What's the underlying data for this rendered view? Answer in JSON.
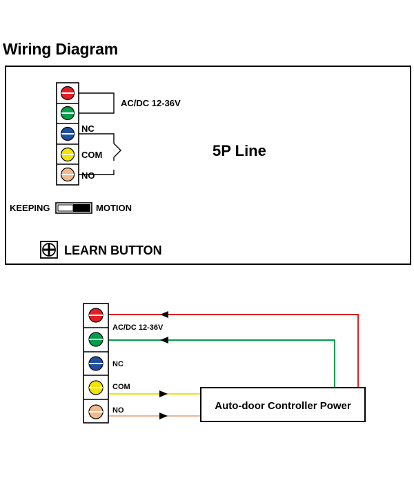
{
  "title": "Wiring Diagram",
  "module": {
    "title": "5P Line",
    "power_label": "AC/DC 12-36V",
    "terminals": [
      {
        "color": "#e31e24",
        "label": ""
      },
      {
        "color": "#00a04a",
        "label": ""
      },
      {
        "color": "#1f4fa0",
        "label": "NC"
      },
      {
        "color": "#f3e400",
        "label": "COM"
      },
      {
        "color": "#f2b98d",
        "label": "NO"
      }
    ],
    "switch": {
      "left_label": "KEEPING",
      "right_label": "MOTION"
    },
    "learn_button_label": "LEARN BUTTON"
  },
  "connection": {
    "power_label": "AC/DC 12-36V",
    "nc_label": "NC",
    "com_label": "COM",
    "no_label": "NO",
    "controller_label": "Auto-door Controller Power",
    "wire_colors": {
      "red": "#e31e24",
      "green": "#00a04a",
      "yellow": "#f3e400",
      "no": "#e5b794"
    }
  }
}
